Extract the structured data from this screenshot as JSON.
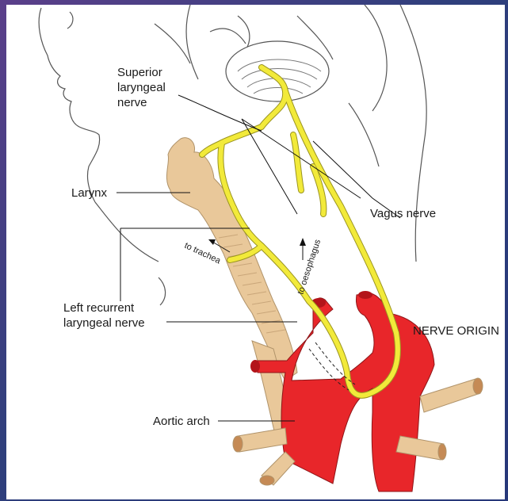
{
  "labels": {
    "superior_laryngeal_line1": "Superior",
    "superior_laryngeal_line2": "laryngeal",
    "superior_laryngeal_line3": "nerve",
    "larynx": "Larynx",
    "vagus_nerve": "Vagus nerve",
    "to_trachea": "to trachea",
    "to_oesophagus": "to oesophagus",
    "left_recurrent_line1": "Left recurrent",
    "left_recurrent_line2": "laryngeal nerve",
    "nerve_origin": "NERVE ORIGIN",
    "aortic_arch": "Aortic arch"
  },
  "colors": {
    "nerve": "#f2ea3a",
    "nerve_outline": "#9a9420",
    "larynx": "#e9c89a",
    "larynx_outline": "#b0936a",
    "artery": "#e8262a",
    "artery_outline": "#8e1518",
    "vessel_end": "#f0cda0",
    "sketch": "#555555"
  }
}
